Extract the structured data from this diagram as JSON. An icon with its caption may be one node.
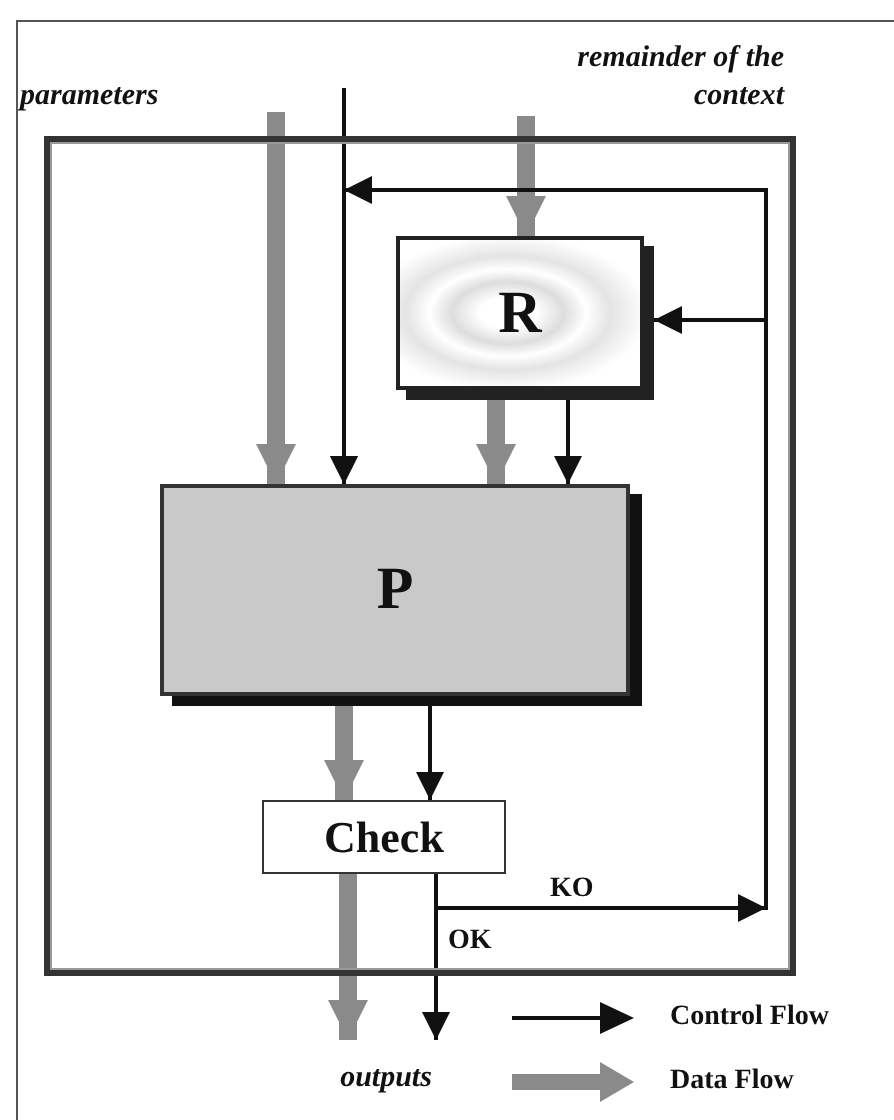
{
  "diagram": {
    "nodes": [
      {
        "text": [],
        "shape": "box"
      },
      {
        "text": [
          "parameters"
        ]
      },
      {
        "text": [
          "remainder of the context"
        ]
      },
      {
        "text": [
          "R"
        ],
        "in": 0
      },
      {
        "text": [
          "P"
        ],
        "in": 0
      },
      {
        "text": [
          "Check"
        ],
        "in": 0
      },
      {
        "text": [
          "outputs"
        ]
      }
    ],
    "edges": [
      {
        "from": 1,
        "to": 4,
        "arrow": "to",
        "style": "thick",
        "color": "#8a8a8a"
      },
      {
        "from": null,
        "to": 4,
        "arrow": "to"
      },
      {
        "from": 2,
        "to": 3,
        "arrow": "to",
        "style": "thick",
        "color": "#8a8a8a"
      },
      {
        "from": 3,
        "to": 4,
        "arrow": "to",
        "style": "thick",
        "color": "#8a8a8a"
      },
      {
        "from": 3,
        "to": 4,
        "arrow": "to"
      },
      {
        "from": 4,
        "to": 5,
        "arrow": "to",
        "style": "thick",
        "color": "#8a8a8a"
      },
      {
        "from": 4,
        "to": 5,
        "arrow": "to"
      },
      {
        "from": 5,
        "to": 6,
        "arrow": "to",
        "style": "thick",
        "color": "#8a8a8a"
      },
      {
        "from": 5,
        "to": 6,
        "arrow": "to",
        "label": "OK"
      },
      {
        "from": 5,
        "to": 3,
        "arrow": "to",
        "label": "KO"
      },
      {
        "from": 5,
        "to": 4,
        "arrow": "to"
      }
    ],
    "legend": [
      {
        "text": "Control Flow"
      },
      {
        "text": "Data Flow"
      }
    ]
  }
}
